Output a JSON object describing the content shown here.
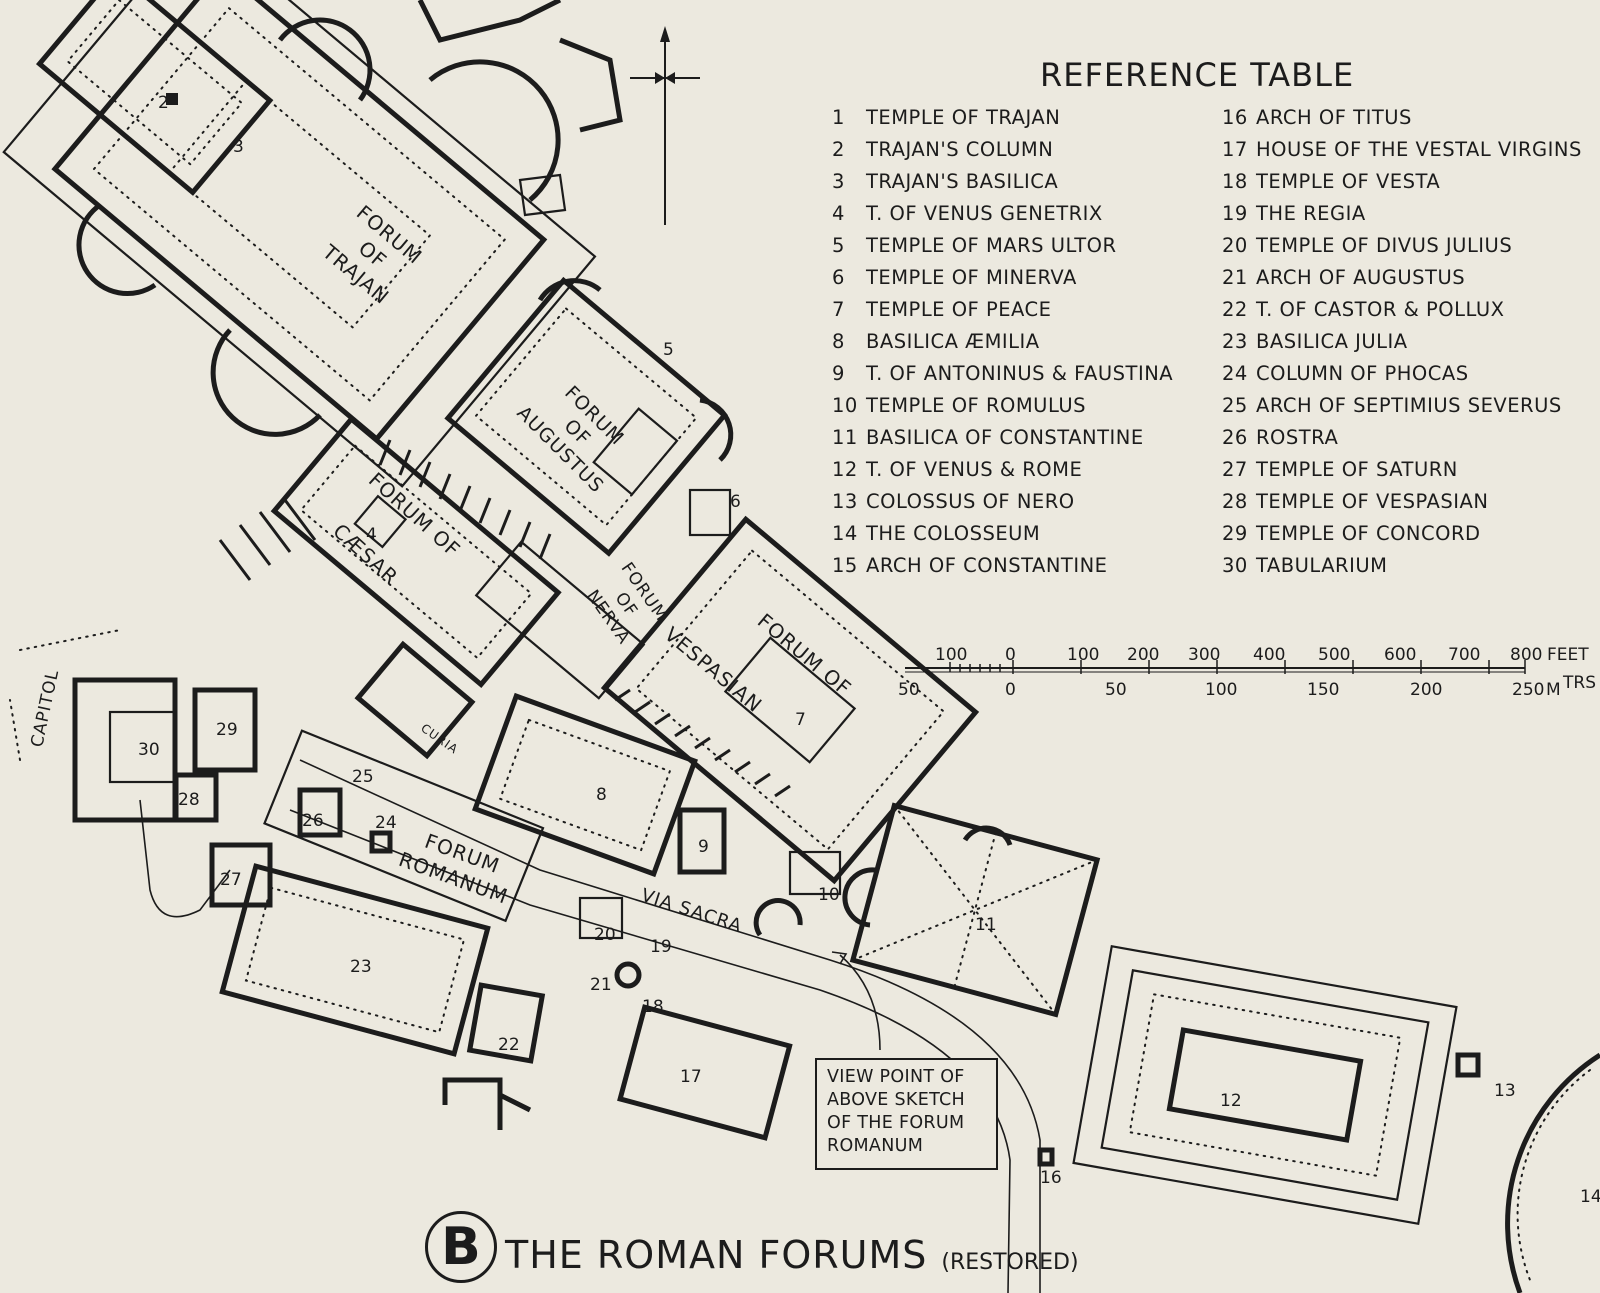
{
  "reference_table": {
    "title": "REFERENCE TABLE",
    "column_a": [
      {
        "n": "1",
        "name": "TEMPLE OF TRAJAN"
      },
      {
        "n": "2",
        "name": "TRAJAN'S COLUMN"
      },
      {
        "n": "3",
        "name": "TRAJAN'S BASILICA"
      },
      {
        "n": "4",
        "name": "T. OF VENUS GENETRIX"
      },
      {
        "n": "5",
        "name": "TEMPLE OF MARS ULTOR"
      },
      {
        "n": "6",
        "name": "TEMPLE OF MINERVA"
      },
      {
        "n": "7",
        "name": "TEMPLE OF PEACE"
      },
      {
        "n": "8",
        "name": "BASILICA ÆMILIA"
      },
      {
        "n": "9",
        "name": "T. OF ANTONINUS & FAUSTINA"
      },
      {
        "n": "10",
        "name": "TEMPLE OF ROMULUS"
      },
      {
        "n": "11",
        "name": "BASILICA OF CONSTANTINE"
      },
      {
        "n": "12",
        "name": "T. OF VENUS & ROME"
      },
      {
        "n": "13",
        "name": "COLOSSUS OF NERO"
      },
      {
        "n": "14",
        "name": "THE COLOSSEUM"
      },
      {
        "n": "15",
        "name": "ARCH OF CONSTANTINE"
      }
    ],
    "column_b": [
      {
        "n": "16",
        "name": "ARCH OF TITUS"
      },
      {
        "n": "17",
        "name": "HOUSE OF THE VESTAL VIRGINS"
      },
      {
        "n": "18",
        "name": "TEMPLE OF VESTA"
      },
      {
        "n": "19",
        "name": "THE REGIA"
      },
      {
        "n": "20",
        "name": "TEMPLE OF DIVUS JULIUS"
      },
      {
        "n": "21",
        "name": "ARCH OF AUGUSTUS"
      },
      {
        "n": "22",
        "name": "T. OF CASTOR & POLLUX"
      },
      {
        "n": "23",
        "name": "BASILICA JULIA"
      },
      {
        "n": "24",
        "name": "COLUMN OF PHOCAS"
      },
      {
        "n": "25",
        "name": "ARCH OF SEPTIMIUS SEVERUS"
      },
      {
        "n": "26",
        "name": "ROSTRA"
      },
      {
        "n": "27",
        "name": "TEMPLE OF SATURN"
      },
      {
        "n": "28",
        "name": "TEMPLE OF VESPASIAN"
      },
      {
        "n": "29",
        "name": "TEMPLE OF CONCORD"
      },
      {
        "n": "30",
        "name": "TABULARIUM"
      }
    ]
  },
  "scale": {
    "feet_ticks": [
      "100",
      "0",
      "100",
      "200",
      "300",
      "400",
      "500",
      "600",
      "700",
      "800"
    ],
    "feet_unit": "FEET",
    "metres_ticks": [
      "50",
      "0",
      "50",
      "100",
      "150",
      "200",
      "250"
    ],
    "metres_unit": "M",
    "metres_unit_sup": "TRS"
  },
  "forum_labels": {
    "trajan": [
      "FORUM",
      "OF",
      "TRAJAN"
    ],
    "augustus": [
      "FORUM",
      "OF",
      "AUGUSTUS"
    ],
    "caesar": [
      "FORUM OF",
      "CÆSAR"
    ],
    "nerva": [
      "FORUM",
      "OF",
      "NERVA"
    ],
    "vespasian": [
      "FORUM OF",
      "VESPASIAN"
    ],
    "romanum": [
      "FORUM",
      "ROMANUM"
    ],
    "via_sacra": "VIA SACRA",
    "capitol": "CAPITOL",
    "curia": "CURIA"
  },
  "plan_numbers": {
    "n2": "2",
    "n3": "3",
    "n4": "4",
    "n5": "5",
    "n6": "6",
    "n7": "7",
    "n8": "8",
    "n9": "9",
    "n10": "10",
    "n11": "11",
    "n12": "12",
    "n13": "13",
    "n14": "14",
    "n16": "16",
    "n17": "17",
    "n18": "18",
    "n19": "19",
    "n20": "20",
    "n21": "21",
    "n22": "22",
    "n23": "23",
    "n24": "24",
    "n25": "25",
    "n26": "26",
    "n27": "27",
    "n28": "28",
    "n29": "29",
    "n30": "30"
  },
  "viewpoint_box": [
    "VIEW POINT OF",
    "ABOVE SKETCH",
    "OF THE FORUM",
    "ROMANUM"
  ],
  "map_title": {
    "letter": "B",
    "main": "THE ROMAN FORUMS",
    "sub": "(RESTORED)"
  },
  "colors": {
    "paper": "#ece9df",
    "ink": "#1c1c1c"
  },
  "icons": [
    "north-arrow-icon",
    "scale-bar"
  ]
}
